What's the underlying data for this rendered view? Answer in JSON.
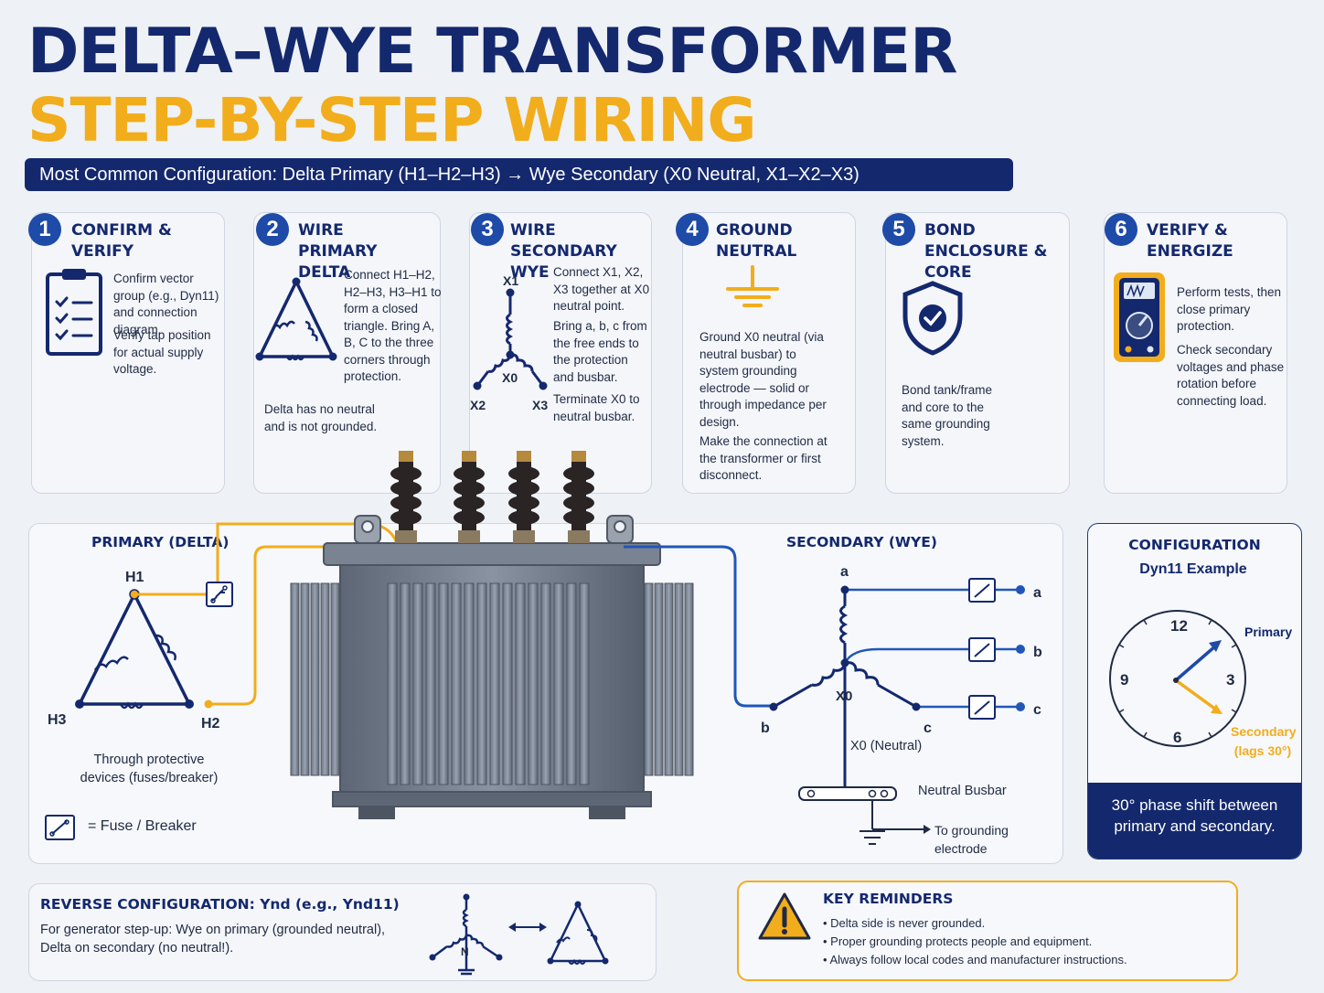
{
  "header": {
    "title": "DELTA–WYE TRANSFORMER",
    "subtitle": "STEP-BY-STEP WIRING",
    "config_bar": "Most Common Configuration: Delta Primary (H1–H2–H3) → Wye Secondary (X0 Neutral, X1–X2–X3)"
  },
  "steps": [
    {
      "num": "1",
      "title": "CONFIRM & VERIFY",
      "icon": "clipboard-icon",
      "p1": "Confirm vector group (e.g., Dyn11) and connection diagram.",
      "p2": "Verify tap position for actual supply voltage."
    },
    {
      "num": "2",
      "title": "WIRE PRIMARY DELTA",
      "icon": "delta-triangle-icon",
      "p1": "Connect H1–H2, H2–H3, H3–H1 to form a closed triangle. Bring A, B, C to the three corners through protection.",
      "p2": "Delta has no neutral and is not grounded."
    },
    {
      "num": "3",
      "title": "WIRE SECONDARY WYE",
      "icon": "wye-star-icon",
      "p1": "Connect X1, X2, X3 together at X0 neutral point.",
      "p2": "Bring a, b, c from the free ends to the protection and busbar.",
      "p3": "Terminate X0 to neutral busbar.",
      "labels": {
        "x1": "X1",
        "x0": "X0",
        "x2": "X2",
        "x3": "X3"
      }
    },
    {
      "num": "4",
      "title": "GROUND NEUTRAL",
      "icon": "ground-icon",
      "p1": "Ground X0 neutral (via neutral busbar) to system grounding electrode — solid or through impedance per design.",
      "p2": "Make the connection at the transformer or first disconnect."
    },
    {
      "num": "5",
      "title": "BOND ENCLOSURE & CORE",
      "icon": "shield-check-icon",
      "p1": "Bond tank/frame and core to the same grounding system."
    },
    {
      "num": "6",
      "title": "VERIFY & ENERGIZE",
      "icon": "multimeter-icon",
      "p1": "Perform tests, then close primary protection.",
      "p2": "Check secondary voltages and phase rotation before connecting load."
    }
  ],
  "primary": {
    "title": "PRIMARY (DELTA)",
    "h1": "H1",
    "h2": "H2",
    "h3": "H3",
    "note": "Through protective devices (fuses/breaker)",
    "legend": "= Fuse / Breaker"
  },
  "secondary": {
    "title": "SECONDARY (WYE)",
    "a": "a",
    "b": "b",
    "c": "c",
    "x0": "X0",
    "out_a": "a",
    "out_b": "b",
    "out_c": "c",
    "neutral": "X0 (Neutral)",
    "busbar": "Neutral Busbar",
    "grounding": "To grounding electrode"
  },
  "configuration": {
    "title": "CONFIGURATION",
    "example": "Dyn11 Example",
    "clock": {
      "n12": "12",
      "n3": "3",
      "n6": "6",
      "n9": "9"
    },
    "primary_label": "Primary",
    "secondary_label": "Secondary (lags 30°)",
    "footer": "30° phase shift between primary and secondary."
  },
  "reverse": {
    "title": "REVERSE CONFIGURATION: Ynd (e.g., Ynd11)",
    "text": "For generator step-up: Wye on primary (grounded neutral), Delta on secondary (no neutral!).",
    "n_label": "N"
  },
  "reminders": {
    "title": "KEY REMINDERS",
    "items": [
      "Delta side is never grounded.",
      "Proper grounding protects people and equipment.",
      "Always follow local codes and manufacturer instructions."
    ]
  },
  "colors": {
    "navy": "#14286e",
    "blue": "#1e4aa8",
    "gold": "#f2ad1c",
    "wire_blue": "#2156b8"
  }
}
